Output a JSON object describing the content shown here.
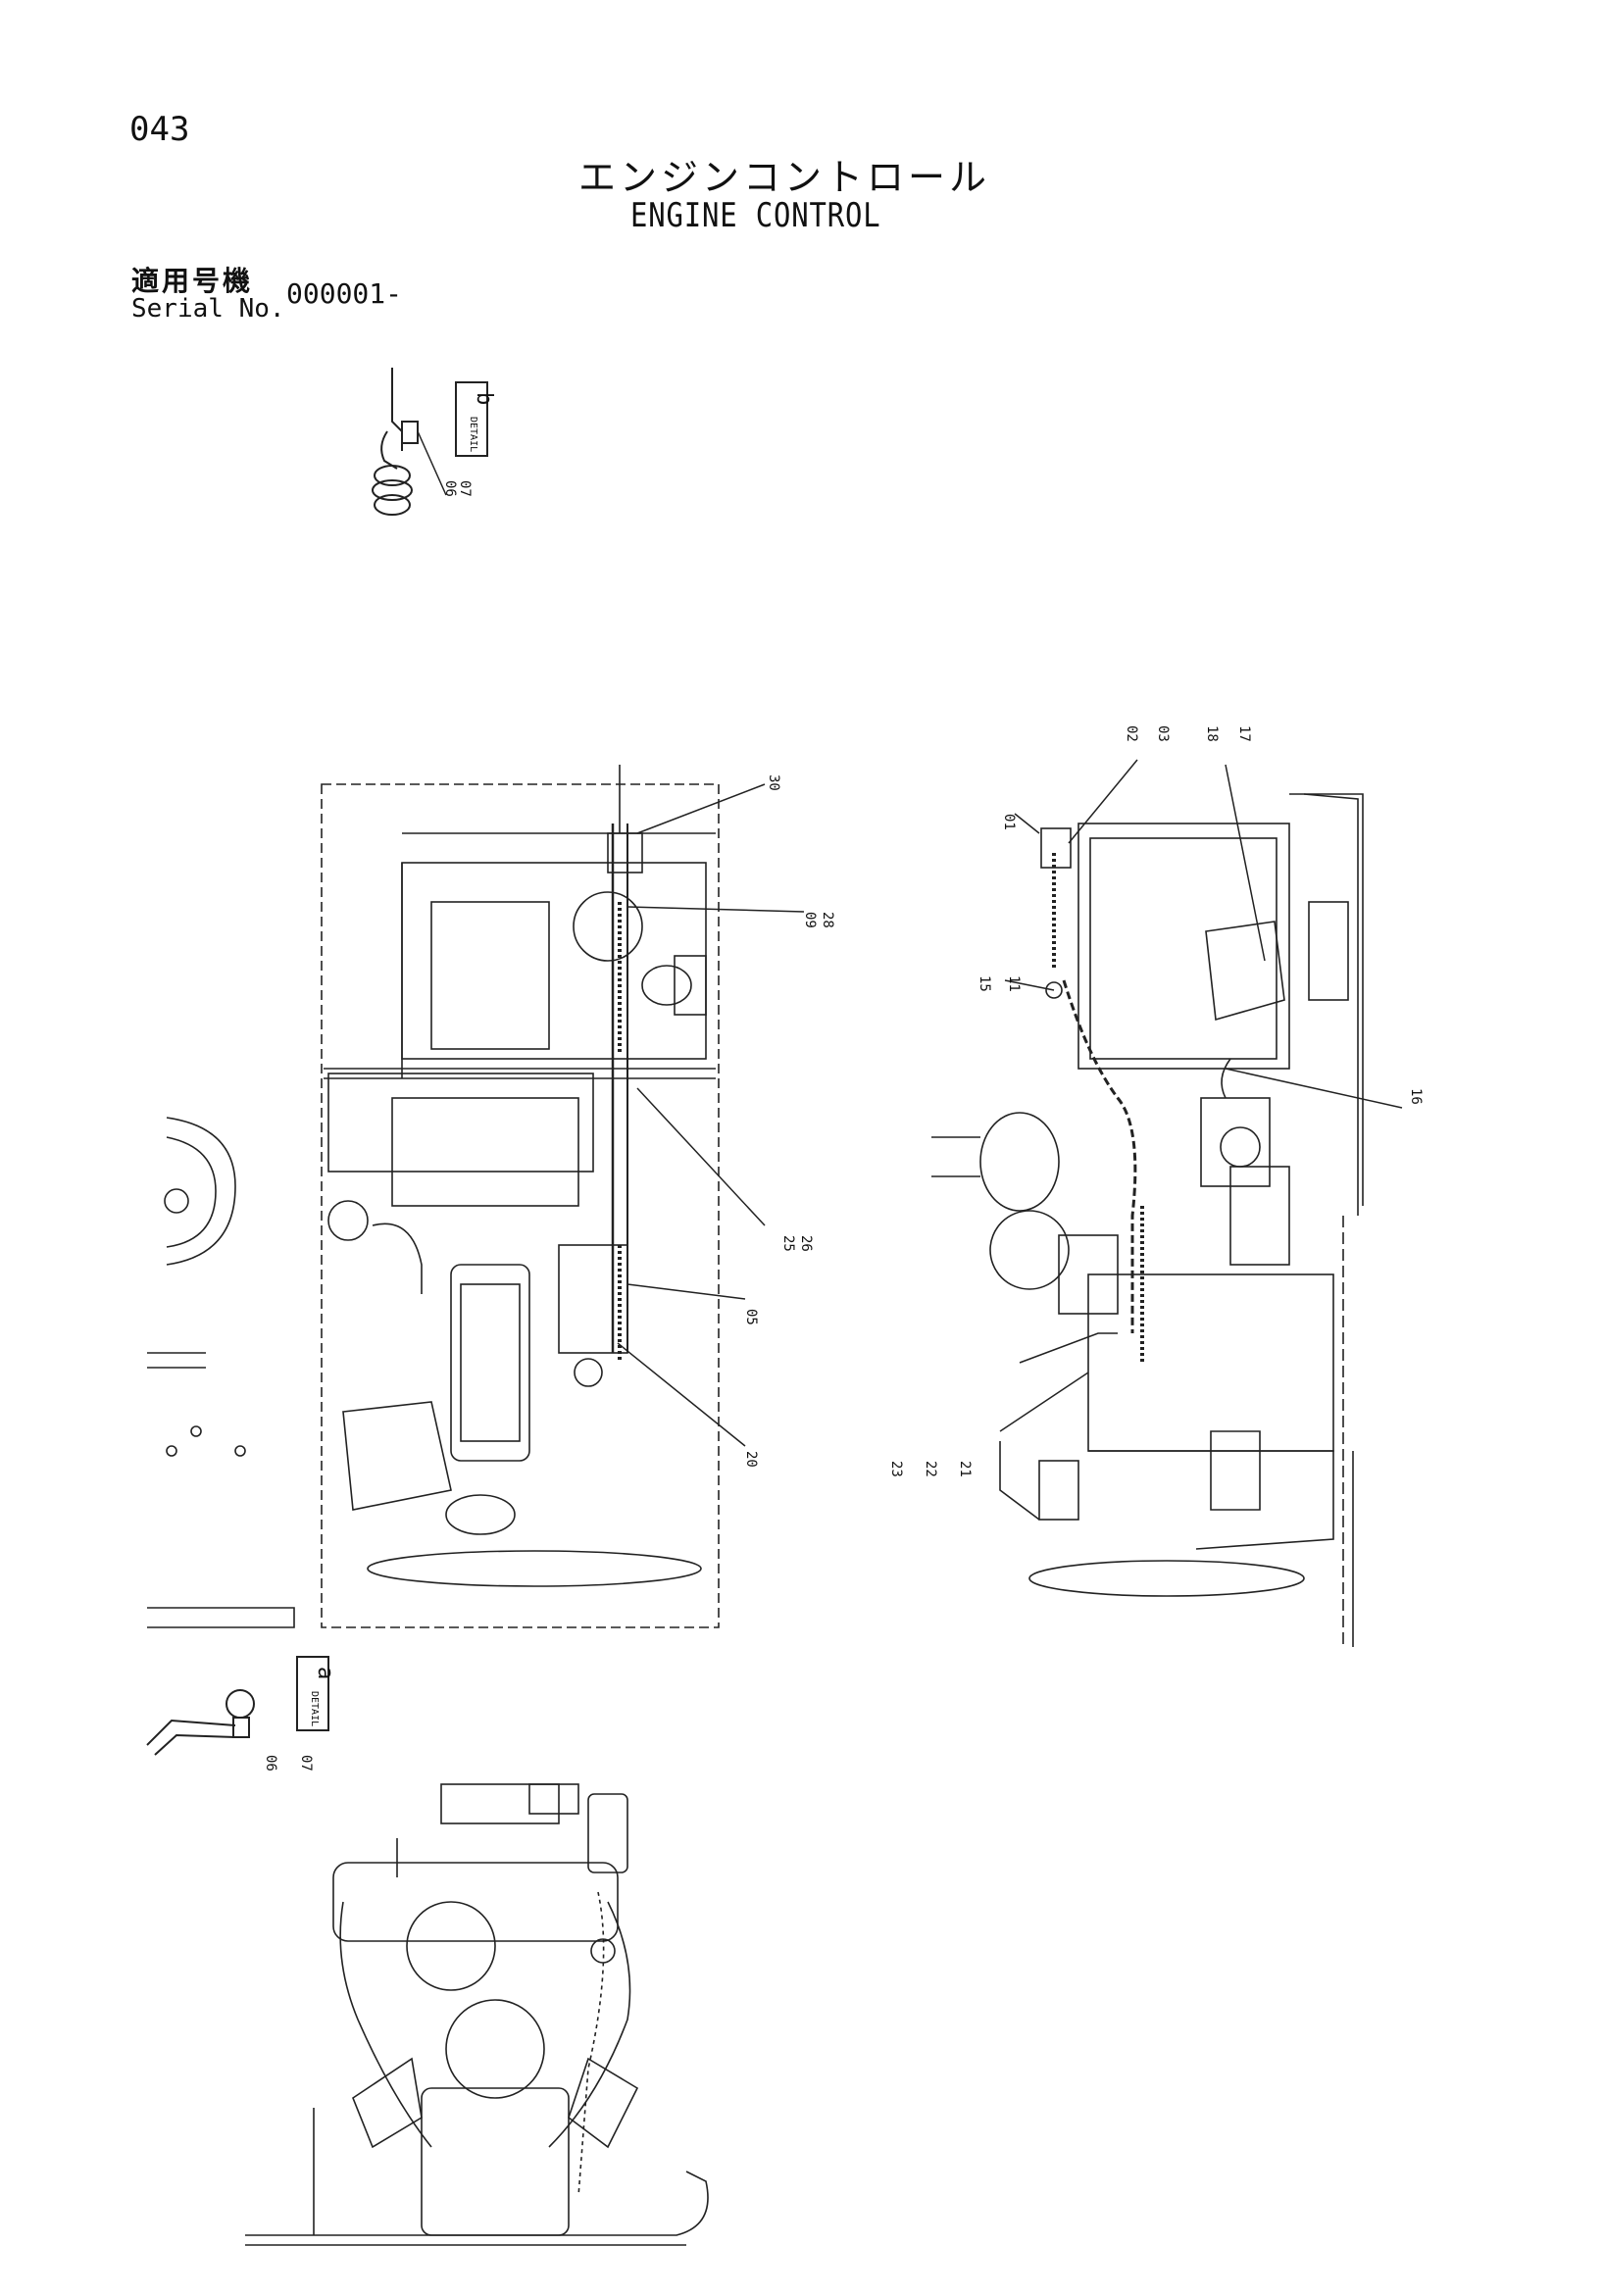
{
  "page": {
    "number": "043"
  },
  "title": {
    "japanese": "エンジンコントロール",
    "english": "ENGINE CONTROL"
  },
  "serial": {
    "label_jp": "適用号機",
    "label_en": "Serial No.",
    "value": "000001-"
  },
  "details": [
    {
      "label": "DETAIL",
      "letter": "b",
      "callouts": [
        "06",
        "07"
      ]
    },
    {
      "label": "DETAIL",
      "letter": "a",
      "callouts": [
        "06",
        "07"
      ]
    }
  ],
  "left_view_callouts": [
    "30",
    "09",
    "28",
    "25",
    "26",
    "05",
    "20"
  ],
  "right_view_callouts": [
    "01",
    "02",
    "03",
    "18",
    "17",
    "15",
    "11",
    "16",
    "23",
    "22",
    "21"
  ]
}
